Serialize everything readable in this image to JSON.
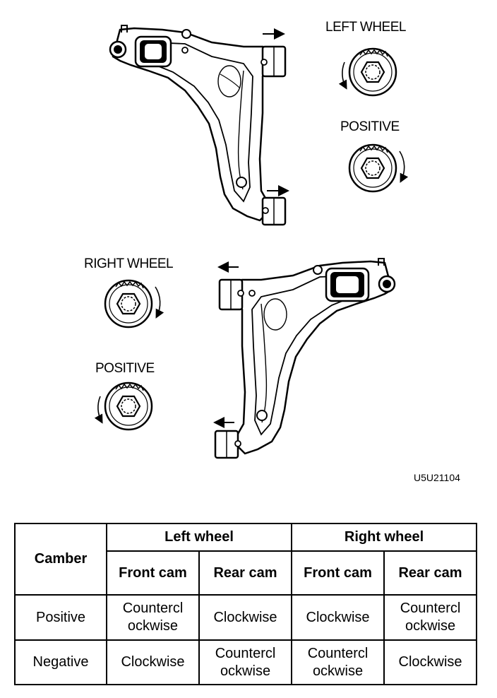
{
  "labels": {
    "left_wheel": "LEFT WHEEL",
    "positive_left": "POSITIVE",
    "right_wheel": "RIGHT WHEEL",
    "positive_right": "POSITIVE",
    "figure_code": "U5U21104"
  },
  "table": {
    "header_camber": "Camber",
    "header_left_wheel": "Left wheel",
    "header_right_wheel": "Right wheel",
    "header_left_front": "Front cam",
    "header_left_rear": "Rear cam",
    "header_right_front": "Front cam",
    "header_right_rear": "Rear cam",
    "rows": [
      {
        "camber": "Positive",
        "left_front": "Countercl ockwise",
        "left_rear": "Clockwise",
        "right_front": "Clockwise",
        "right_rear": "Countercl ockwise"
      },
      {
        "camber": "Negative",
        "left_front": "Clockwise",
        "left_rear": "Countercl ockwise",
        "right_front": "Countercl ockwise",
        "right_rear": "Clockwise"
      }
    ]
  }
}
